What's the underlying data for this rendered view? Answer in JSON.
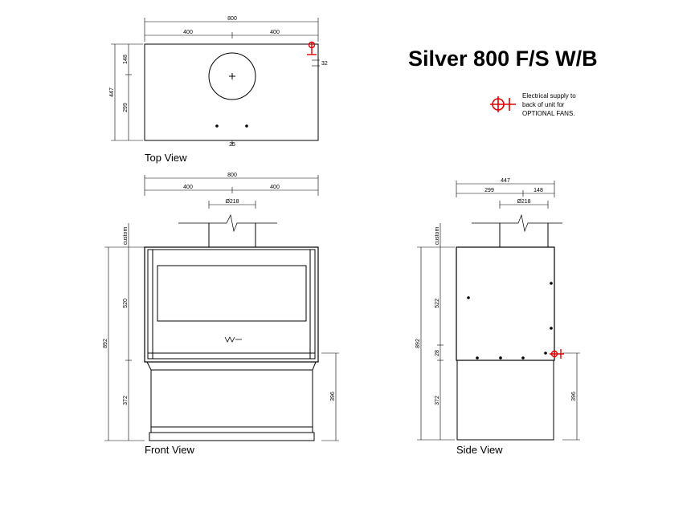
{
  "title": "Silver 800 F/S W/B",
  "views": {
    "top": "Top View",
    "front": "Front View",
    "side": "Side View"
  },
  "note": {
    "line1": "Electrical supply to",
    "line2": "back of unit for",
    "line3": "OPTIONAL FANS."
  },
  "dimensions": {
    "top_width": "800",
    "top_half_left": "400",
    "top_half_right": "400",
    "top_depth": "447",
    "top_depth_front": "148",
    "top_depth_rear": "299",
    "top_offset": "32",
    "top_bottom": "25",
    "front_width": "800",
    "front_half_left": "400",
    "front_half_right": "400",
    "front_flue": "Ø218",
    "front_custom": "custom",
    "front_upper": "520",
    "front_total": "892",
    "front_lower": "372",
    "front_right_height": "396",
    "side_depth": "447",
    "side_depth_front": "299",
    "side_depth_rear": "148",
    "side_flue": "Ø218",
    "side_custom": "custom",
    "side_upper": "522",
    "side_total": "892",
    "side_lower": "372",
    "side_small": "28",
    "side_right_height": "396"
  },
  "colors": {
    "electrical": "#e00000"
  }
}
